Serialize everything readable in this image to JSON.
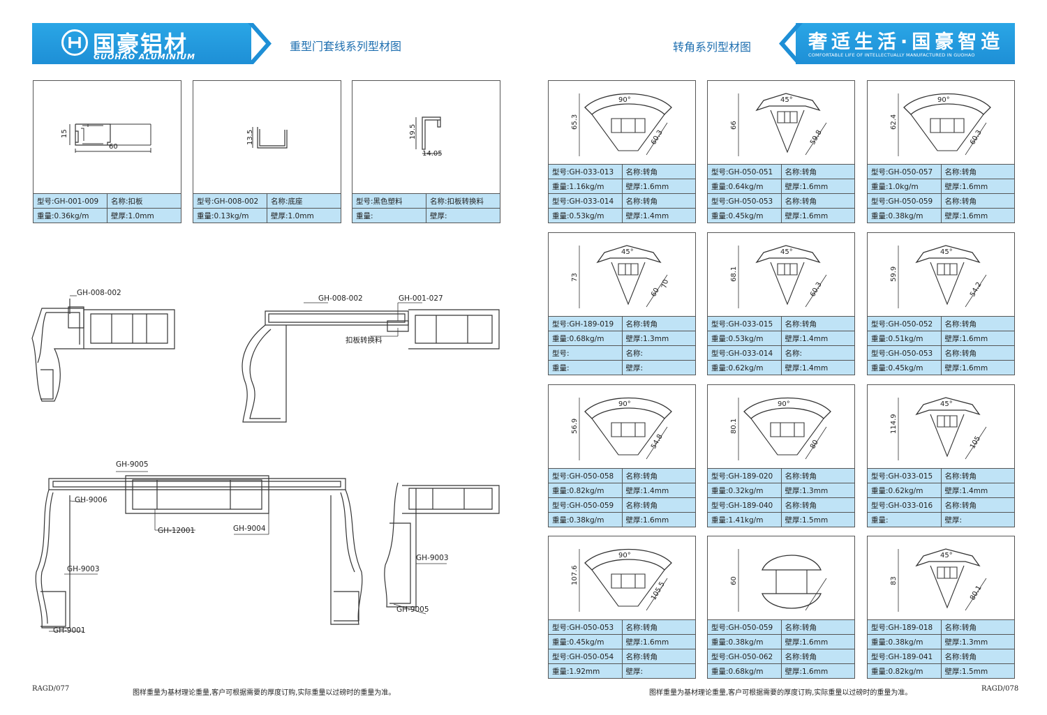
{
  "header": {
    "brand_cn": "国豪铝材",
    "brand_en": "GUOHAO ALUMINIUM",
    "left_title": "重型门套线系列型材图",
    "right_title": "转角系列型材图",
    "slogan_cn": "奢适生活·国豪智造",
    "slogan_en": "COMFORTABLE LIFE OF INTELLECTUALLY MANUFACTURED IN GUOHAO",
    "colors": {
      "banner": "#1e8fd6",
      "table_cell": "#bfe3f6"
    }
  },
  "left_cards": [
    {
      "dims": [
        "15",
        "60"
      ],
      "rows": [
        [
          "型号:GH-001-009",
          "名称:扣板"
        ],
        [
          "重量:0.36kg/m",
          "壁厚:1.0mm"
        ]
      ]
    },
    {
      "dims": [
        "13.5"
      ],
      "rows": [
        [
          "型号:GH-008-002",
          "名称:底座"
        ],
        [
          "重量:0.13kg/m",
          "壁厚:1.0mm"
        ]
      ]
    },
    {
      "dims": [
        "19.5",
        "14.05"
      ],
      "rows": [
        [
          "型号:黑色塑料",
          "名称:扣板转换料"
        ],
        [
          "重量:",
          "壁厚:"
        ]
      ]
    }
  ],
  "right_cards": [
    {
      "angle": "90°",
      "dims": [
        "65.3",
        "60.3"
      ],
      "rows": [
        [
          "型号:GH-033-013",
          "名称:转角"
        ],
        [
          "重量:1.16kg/m",
          "壁厚:1.6mm"
        ],
        [
          "型号:GH-033-014",
          "名称:转角"
        ],
        [
          "重量:0.53kg/m",
          "壁厚:1.4mm"
        ]
      ]
    },
    {
      "angle": "45°",
      "dims": [
        "66",
        "59.8"
      ],
      "rows": [
        [
          "型号:GH-050-051",
          "名称:转角"
        ],
        [
          "重量:0.64kg/m",
          "壁厚:1.6mm"
        ],
        [
          "型号:GH-050-053",
          "名称:转角"
        ],
        [
          "重量:0.45kg/m",
          "壁厚:1.6mm"
        ]
      ]
    },
    {
      "angle": "90°",
      "dims": [
        "62.4",
        "60.3"
      ],
      "rows": [
        [
          "型号:GH-050-057",
          "名称:转角"
        ],
        [
          "重量:1.0kg/m",
          "壁厚:1.6mm"
        ],
        [
          "型号:GH-050-059",
          "名称:转角"
        ],
        [
          "重量:0.38kg/m",
          "壁厚:1.6mm"
        ]
      ]
    },
    {
      "angle": "45°",
      "dims": [
        "73",
        "60",
        "70"
      ],
      "rows": [
        [
          "型号:GH-189-019",
          "名称:转角"
        ],
        [
          "重量:0.68kg/m",
          "壁厚:1.3mm"
        ],
        [
          "型号:",
          "名称:"
        ],
        [
          "重量:",
          "壁厚:"
        ]
      ]
    },
    {
      "angle": "45°",
      "dims": [
        "68.1",
        "60.3"
      ],
      "rows": [
        [
          "型号:GH-033-015",
          "名称:转角"
        ],
        [
          "重量:0.53kg/m",
          "壁厚:1.4mm"
        ],
        [
          "型号:GH-033-014",
          "名称:"
        ],
        [
          "重量:0.62kg/m",
          "壁厚:1.4mm"
        ]
      ]
    },
    {
      "angle": "45°",
      "dims": [
        "59.9",
        "54.2"
      ],
      "rows": [
        [
          "型号:GH-050-052",
          "名称:转角"
        ],
        [
          "重量:0.51kg/m",
          "壁厚:1.6mm"
        ],
        [
          "型号:GH-050-053",
          "名称:转角"
        ],
        [
          "重量:0.45kg/m",
          "壁厚:1.6mm"
        ]
      ]
    },
    {
      "angle": "90°",
      "dims": [
        "56.9",
        "54.8"
      ],
      "rows": [
        [
          "型号:GH-050-058",
          "名称:转角"
        ],
        [
          "重量:0.82kg/m",
          "壁厚:1.4mm"
        ],
        [
          "型号:GH-050-059",
          "名称:转角"
        ],
        [
          "重量:0.38kg/m",
          "壁厚:1.6mm"
        ]
      ]
    },
    {
      "angle": "90°",
      "dims": [
        "80.1",
        "80"
      ],
      "rows": [
        [
          "型号:GH-189-020",
          "名称:转角"
        ],
        [
          "重量:0.32kg/m",
          "壁厚:1.3mm"
        ],
        [
          "型号:GH-189-040",
          "名称:转角"
        ],
        [
          "重量:1.41kg/m",
          "壁厚:1.5mm"
        ]
      ]
    },
    {
      "angle": "45°",
      "dims": [
        "114.9",
        "105"
      ],
      "rows": [
        [
          "型号:GH-033-015",
          "名称:转角"
        ],
        [
          "重量:0.62kg/m",
          "壁厚:1.4mm"
        ],
        [
          "型号:GH-033-016",
          "名称:转角"
        ],
        [
          "重量:",
          "壁厚:"
        ]
      ]
    },
    {
      "angle": "90°",
      "dims": [
        "107.6",
        "105.5"
      ],
      "rows": [
        [
          "型号:GH-050-053",
          "名称:转角"
        ],
        [
          "重量:0.45kg/m",
          "壁厚:1.6mm"
        ],
        [
          "型号:GH-050-054",
          "名称:转角"
        ],
        [
          "重量:1.92mm",
          "壁厚:"
        ]
      ]
    },
    {
      "angle": "",
      "dims": [
        "60"
      ],
      "rows": [
        [
          "型号:GH-050-059",
          "名称:转角"
        ],
        [
          "重量:0.38kg/m",
          "壁厚:1.6mm"
        ],
        [
          "型号:GH-050-062",
          "名称:转角"
        ],
        [
          "重量:0.68kg/m",
          "壁厚:1.6mm"
        ]
      ]
    },
    {
      "angle": "45°",
      "dims": [
        "83",
        "80.1"
      ],
      "rows": [
        [
          "型号:GH-189-018",
          "名称:转角"
        ],
        [
          "重量:0.38kg/m",
          "壁厚:1.3mm"
        ],
        [
          "型号:GH-189-041",
          "名称:转角"
        ],
        [
          "重量:0.82kg/m",
          "壁厚:1.5mm"
        ]
      ]
    }
  ],
  "assembly_labels": {
    "a1": "GH-008-002",
    "a2_1": "GH-008-002",
    "a2_2": "GH-001-027",
    "a2_3": "扣板转换料",
    "b_9005": "GH-9005",
    "b_9006": "GH-9006",
    "b_12001": "GH-12001",
    "b_9004": "GH-9004",
    "b_9003": "GH-9003",
    "b_9001": "GH-9001",
    "c_9003": "GH-9003",
    "c_9005": "GH-9005"
  },
  "footer": {
    "left_page": "RAGD/077",
    "right_page": "RAGD/078",
    "note_left": "图样重量为基材理论重量,客户可根据需要的厚度订购,实际重量以过磅时的重量为准。",
    "note_right": "图样重量为基材理论重量,客户可根据需要的厚度订购,实际重量以过磅时的重量为准。"
  }
}
